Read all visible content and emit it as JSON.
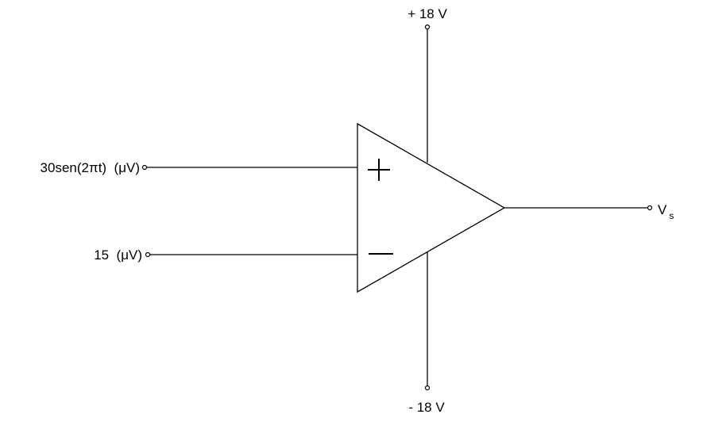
{
  "diagram": {
    "supply_positive": "+ 18 V",
    "supply_negative": "- 18 V",
    "input_noninverting_label": "30sen(2πt)  (μV)",
    "input_inverting_label": "15  (μV)",
    "output_label_main": "V",
    "output_label_sub": "s",
    "noninverting_symbol": "+",
    "inverting_symbol": "−",
    "colors": {
      "line": "#000000",
      "background": "#ffffff"
    }
  }
}
